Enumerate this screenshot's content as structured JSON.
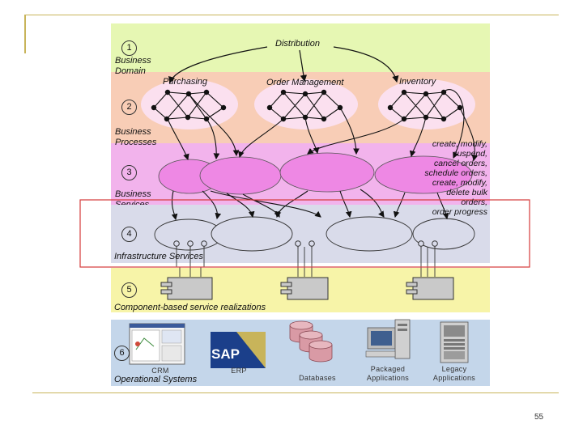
{
  "slide": {
    "page_number": "55"
  },
  "layers": {
    "layer1": {
      "number": "1",
      "label_line1": "Business",
      "label_line2": "Domain"
    },
    "layer2": {
      "number": "2",
      "label_line1": "Business",
      "label_line2": "Processes"
    },
    "layer3": {
      "number": "3",
      "label_line1": "Business",
      "label_line2": "Services"
    },
    "layer4": {
      "number": "4",
      "label": "Infrastructure Services"
    },
    "layer5": {
      "number": "5",
      "label": "Component-based service realizations"
    },
    "layer6": {
      "number": "6",
      "label": "Operational Systems"
    }
  },
  "domain": {
    "distribution": "Distribution",
    "purchasing": "Purchasing",
    "order_management": "Order Management",
    "inventory": "Inventory"
  },
  "annotation": {
    "line1": "create, modify,",
    "line2": "suspend,",
    "line3": "cancel orders,",
    "line4": "schedule orders,",
    "line5": "create, modify,",
    "line6": "delete bulk",
    "line7": "orders,",
    "line8": "order progress"
  },
  "systems": {
    "crm": "CRM",
    "erp": "ERP",
    "sap": "SAP",
    "databases": "Databases",
    "packaged_line1": "Packaged",
    "packaged_line2": "Applications",
    "legacy_line1": "Legacy",
    "legacy_line2": "Applications"
  },
  "colors": {
    "domain_band": "#e6f7b3",
    "process_band": "#f8cdb6",
    "service_band": "#f2b3ec",
    "infra_band": "#d9dbea",
    "component_band": "#f7f4a8",
    "systems_band": "#c4d6ea",
    "highlight_box": "#d43a3a",
    "slide_accent": "#c8b45a"
  }
}
